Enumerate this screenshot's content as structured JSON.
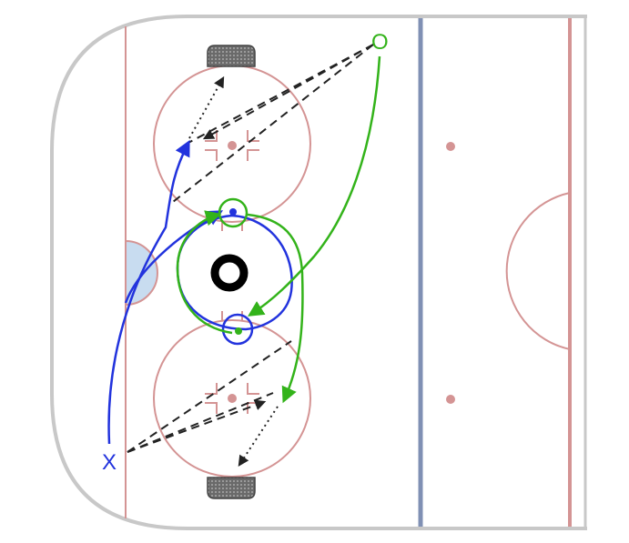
{
  "players": {
    "x_label": "X",
    "o_label": "O",
    "center_label": "O"
  },
  "colors": {
    "boards": "#c8c8c8",
    "red_line": "#d49494",
    "blue_line": "#8090b4",
    "crease": "#c8dcf0",
    "x_path": "#2233dd",
    "o_path": "#33b31a",
    "pass": "#222222",
    "net": "#555555"
  },
  "icons": {
    "center_puck": "ring-marker-icon",
    "net": "hockey-net-icon"
  }
}
